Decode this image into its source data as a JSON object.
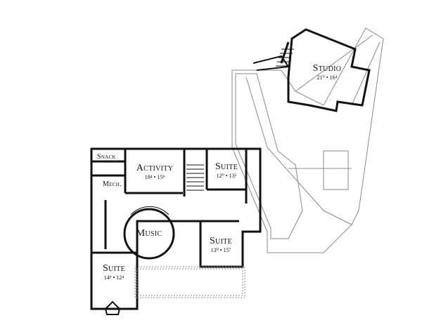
{
  "rooms": [
    {
      "name": "Studio",
      "dims": "21⁰ • 16⁴"
    },
    {
      "name": "Snack",
      "dims": ""
    },
    {
      "name": "Activity",
      "dims": "19⁴ • 15⁸"
    },
    {
      "name": "Suite",
      "dims": "12⁰ • 13⁵"
    },
    {
      "name": "Mech.",
      "dims": ""
    },
    {
      "name": "Music",
      "dims": ""
    },
    {
      "name": "Suite",
      "dims": "13⁰ • 15⁷"
    },
    {
      "name": "Suite",
      "dims": "14⁸ • 12⁴"
    }
  ],
  "colors": {
    "wall": "#111111",
    "roof": "#888888"
  }
}
